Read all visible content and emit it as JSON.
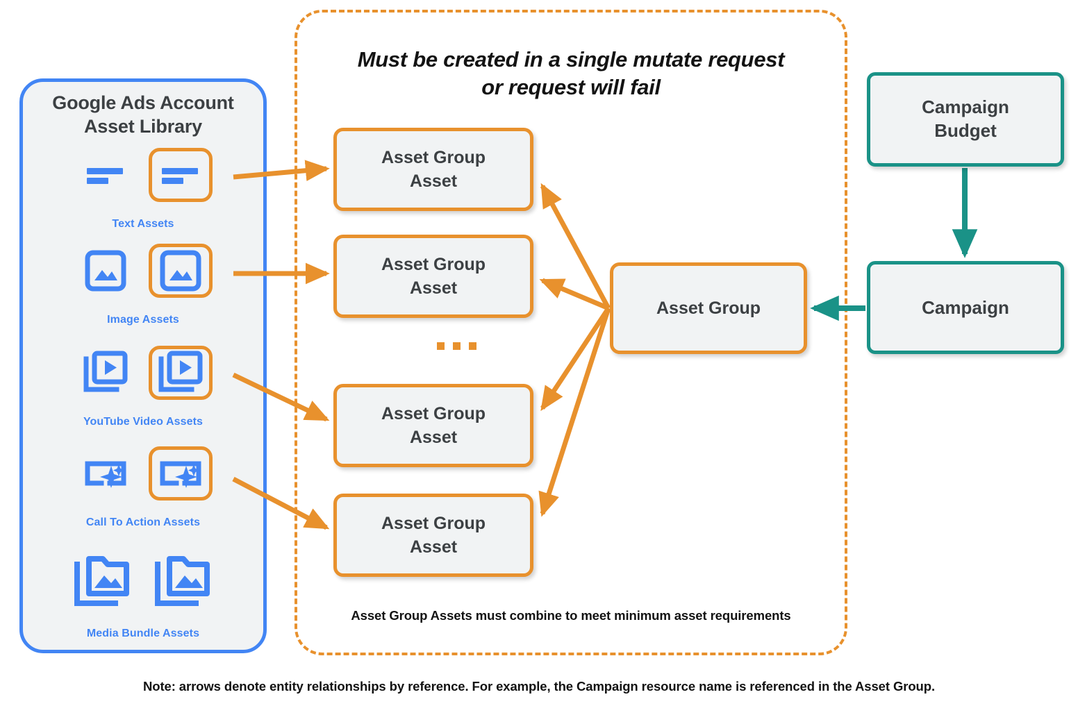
{
  "sidebar": {
    "title": "Google Ads Account\nAsset Library",
    "title_line1": "Google Ads Account",
    "title_line2": "Asset Library",
    "border_color": "#4285f4",
    "background_color": "#f1f3f4",
    "asset_rows": [
      {
        "label": "Text Assets",
        "icon": "text-lines-icon",
        "highlighted_index": 1,
        "count": 2
      },
      {
        "label": "Image Assets",
        "icon": "image-icon",
        "highlighted_index": 1,
        "count": 2
      },
      {
        "label": "YouTube Video  Assets",
        "icon": "video-stack-icon",
        "highlighted_index": 1,
        "count": 2
      },
      {
        "label": "Call To Action Assets",
        "icon": "call-to-action-sparkle-icon",
        "highlighted_index": 1,
        "count": 2
      },
      {
        "label": "Media Bundle  Assets",
        "icon": "media-bundle-folder-icon",
        "highlighted_index": -1,
        "count": 2
      }
    ]
  },
  "panel": {
    "headline_line1": "Must be created in a single mutate request",
    "headline_line2": "or request will fail",
    "footnote": "Asset Group Assets must combine to meet minimum asset requirements",
    "border_color": "#e8912d",
    "border_style": "dashed"
  },
  "nodes": {
    "asset_group_assets": [
      {
        "label": "Asset Group\nAsset",
        "line1": "Asset Group",
        "line2": "Asset"
      },
      {
        "label": "Asset Group\nAsset",
        "line1": "Asset Group",
        "line2": "Asset"
      },
      {
        "label": "Asset Group\nAsset",
        "line1": "Asset Group",
        "line2": "Asset"
      },
      {
        "label": "Asset Group\nAsset",
        "line1": "Asset Group",
        "line2": "Asset"
      }
    ],
    "asset_group": {
      "label": "Asset Group",
      "color": "#e8912d"
    },
    "campaign_budget": {
      "line1": "Campaign",
      "line2": "Budget",
      "color": "#1a9287"
    },
    "campaign": {
      "label": "Campaign",
      "color": "#1a9287"
    },
    "ellipsis": "..."
  },
  "footer": {
    "note": "Note: arrows denote entity relationships by reference. For example, the Campaign resource name is referenced in the Asset Group."
  },
  "colors": {
    "orange": "#e8912d",
    "blue": "#4285f4",
    "teal": "#1a9287",
    "node_fill": "#f1f3f4",
    "text_dark": "#3c4043",
    "text_black": "#131313"
  }
}
